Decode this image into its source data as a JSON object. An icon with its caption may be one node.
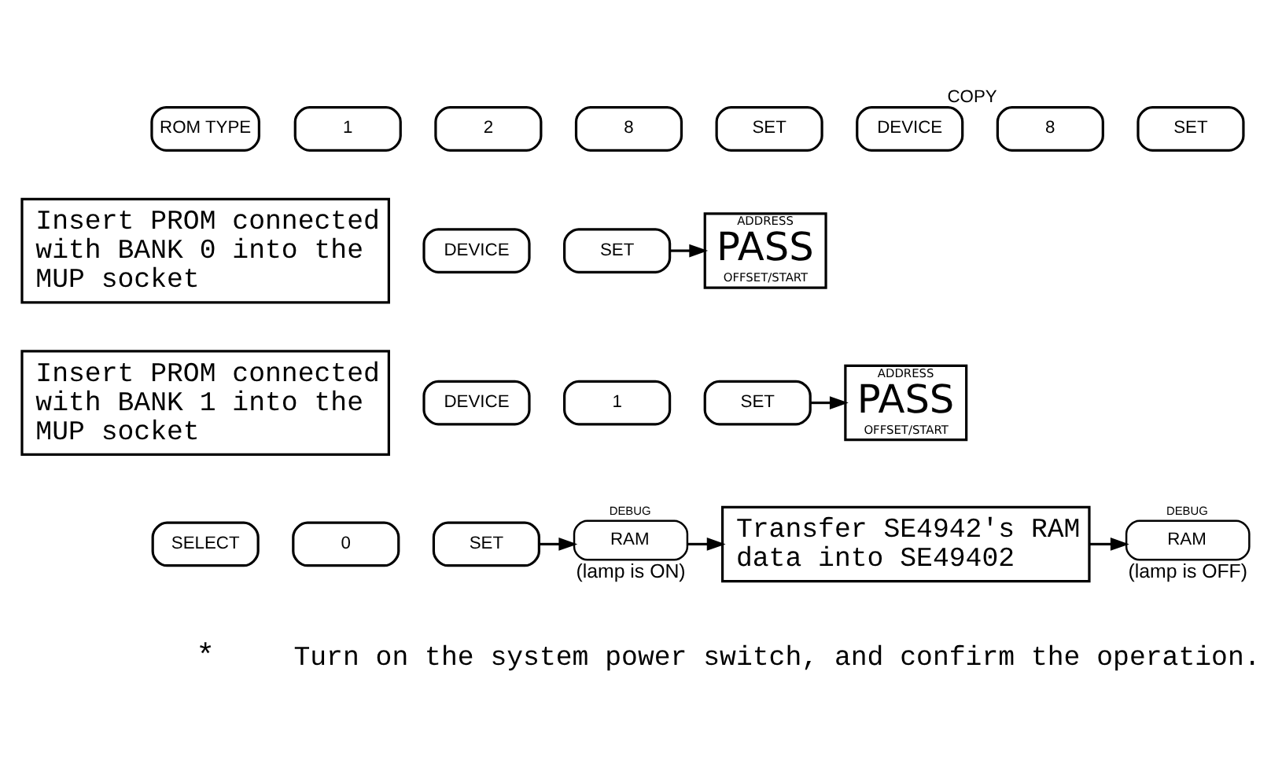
{
  "diagram": {
    "nodes": [
      {
        "text": [
          "ROM TYPE"
        ]
      },
      {
        "text": [
          "1"
        ]
      },
      {
        "text": [
          "2"
        ]
      },
      {
        "text": [
          "8"
        ]
      },
      {
        "text": [
          "SET"
        ]
      },
      {
        "text": [
          "DEVICE"
        ]
      },
      {
        "text": [
          "8"
        ],
        "beside": [
          "COPY"
        ]
      },
      {
        "text": [
          "SET"
        ]
      },
      {
        "text": [
          "Insert PROM connected with BANK 0 into the MUP socket"
        ]
      },
      {
        "text": [
          "DEVICE"
        ]
      },
      {
        "text": [
          "SET"
        ]
      },
      {
        "text": [
          "ADDRESS",
          "PASS",
          "OFFSET/START"
        ]
      },
      {
        "text": [
          "Insert PROM connected with BANK 1 into the MUP socket"
        ]
      },
      {
        "text": [
          "DEVICE"
        ]
      },
      {
        "text": [
          "1"
        ]
      },
      {
        "text": [
          "SET"
        ]
      },
      {
        "text": [
          "ADDRESS",
          "PASS",
          "OFFSET/START"
        ]
      },
      {
        "text": [
          "SELECT"
        ]
      },
      {
        "text": [
          "0"
        ]
      },
      {
        "text": [
          "SET"
        ]
      },
      {
        "text": [
          "DEBUG",
          "RAM"
        ],
        "beside": [
          "(lamp is ON)"
        ]
      },
      {
        "text": [
          "Transfer SE4942's RAM data into SE49402"
        ]
      },
      {
        "text": [
          "DEBUG",
          "RAM"
        ],
        "beside": [
          "(lamp is OFF)"
        ]
      }
    ],
    "edges": [
      {
        "from": 10,
        "to": 11,
        "arrow": "to"
      },
      {
        "from": 15,
        "to": 16,
        "arrow": "to"
      },
      {
        "from": 19,
        "to": 20,
        "arrow": "to"
      },
      {
        "from": 20,
        "to": 21,
        "arrow": "to"
      },
      {
        "from": 21,
        "to": 22,
        "arrow": "to"
      }
    ],
    "labels": [
      "*",
      "Turn on the system power switch, and confirm the operation."
    ]
  }
}
